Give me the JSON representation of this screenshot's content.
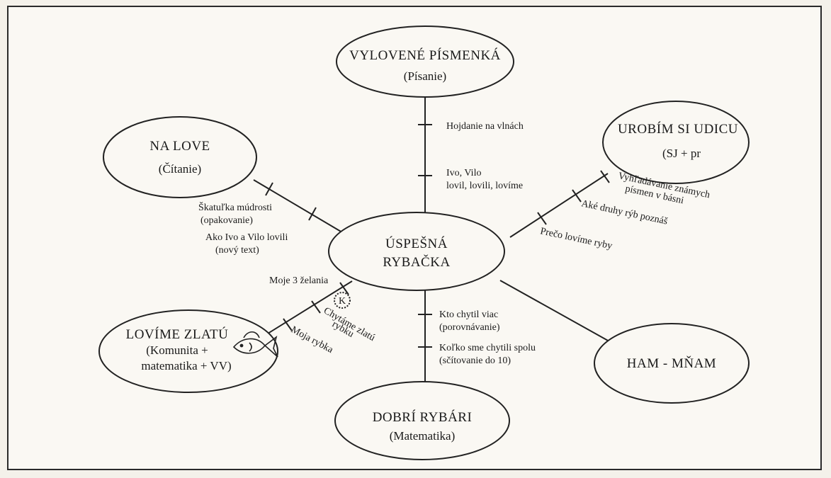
{
  "center": {
    "line1": "ÚSPEŠNÁ",
    "line2": "RYBAČKA"
  },
  "nodes": {
    "top": {
      "title": "VYLOVENÉ PÍSMENKÁ",
      "subtitle": "(Písanie)"
    },
    "upper_left": {
      "title": "NA LOVE",
      "subtitle": "(Čítanie)"
    },
    "upper_right": {
      "title": "UROBÍM SI UDICU",
      "subtitle": "(SJ + pr"
    },
    "lower_left": {
      "title": "LOVÍME ZLATÚ",
      "line2": "(Komunita +",
      "line3": "matematika + VV)"
    },
    "lower_right": {
      "title": "HAM - MŇAM"
    },
    "bottom": {
      "title": "DOBRÍ RYBÁRI",
      "subtitle": "(Matematika)"
    }
  },
  "labels": {
    "top_1": "Hojdanie na vlnách",
    "top_2a": "Ivo, Vilo",
    "top_2b": "lovil, lovili, lovíme",
    "ul_1a": "Škatuľka múdrosti",
    "ul_1b": "(opakovanie)",
    "ul_2a": "Ako Ivo a Vilo lovili",
    "ul_2b": "(nový text)",
    "ur_1a": "Vyhľadávanie známych",
    "ur_1b": "písmen v básni",
    "ur_2": "Aké druhy rýb poznáš",
    "ur_3": "Prečo lovíme ryby",
    "ll_1": "Moje 3 želania",
    "ll_2a": "Chytáme zlatú",
    "ll_2b": "rybku",
    "ll_3": "Moja rybka",
    "b_1a": "Kto chytil viac",
    "b_1b": "(porovnávanie)",
    "b_2a": "Koľko sme chytili spolu",
    "b_2b": "(sčítovanie do 10)",
    "k_mark": "K"
  }
}
